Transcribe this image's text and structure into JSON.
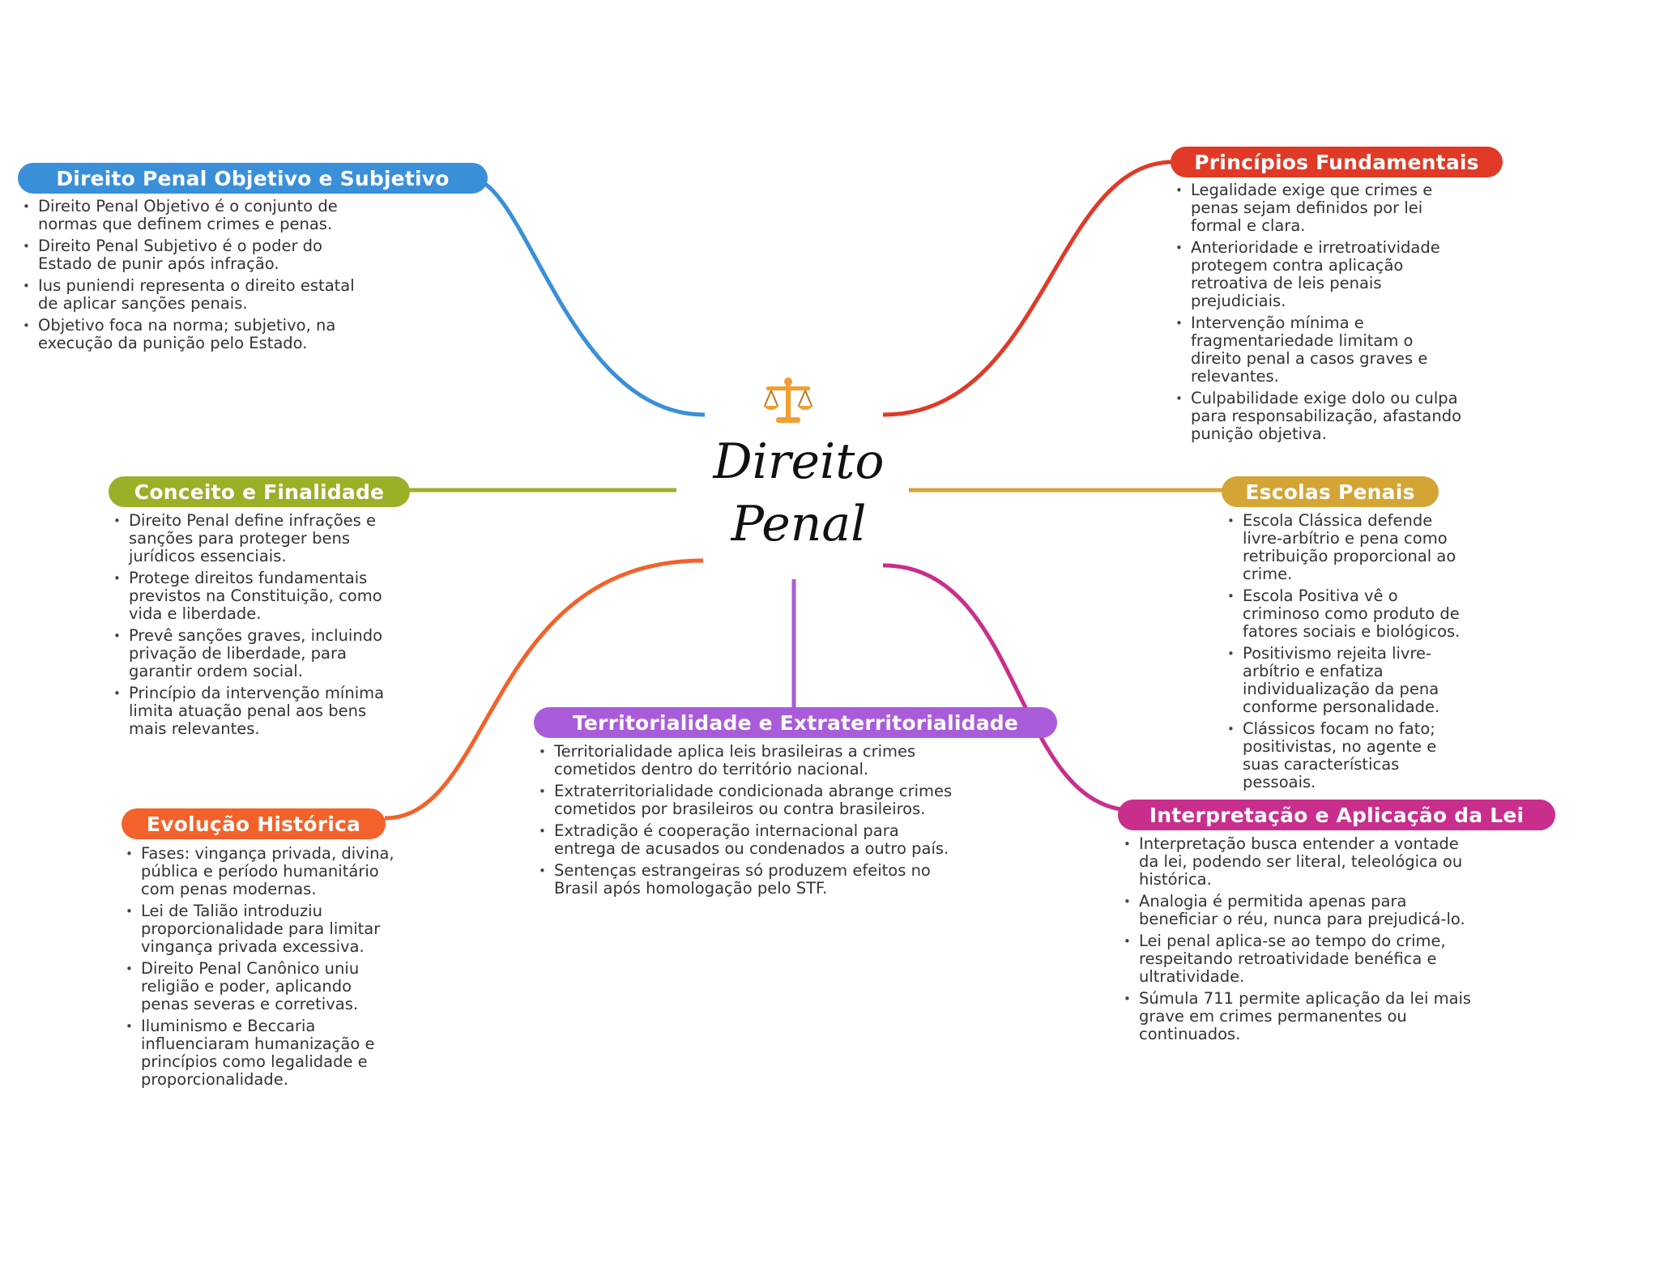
{
  "center": {
    "line1": "Direito",
    "line2": "Penal",
    "icon": "balance-scale-icon"
  },
  "branches": {
    "objetivo": {
      "title": "Direito Penal Objetivo e Subjetivo",
      "color": "#3A8FD9",
      "items": [
        "Direito Penal Objetivo é o conjunto de normas que definem crimes e penas.",
        "Direito Penal Subjetivo é o poder do Estado de punir após infração.",
        "Ius puniendi representa o direito estatal de aplicar sanções penais.",
        "Objetivo foca na norma; subjetivo, na execução da punição pelo Estado."
      ]
    },
    "conceito": {
      "title": "Conceito e Finalidade",
      "color": "#9DAE27",
      "items": [
        "Direito Penal define infrações e sanções para proteger bens jurídicos essenciais.",
        "Protege direitos fundamentais previstos na Constituição, como vida e liberdade.",
        "Prevê sanções graves, incluindo privação de liberdade, para garantir ordem social.",
        "Princípio da intervenção mínima limita atuação penal aos bens mais relevantes."
      ]
    },
    "evolucao": {
      "title": "Evolução Histórica",
      "color": "#F2622A",
      "items": [
        "Fases: vingança privada, divina, pública e período humanitário com penas modernas.",
        "Lei de Talião introduziu proporcionalidade para limitar vingança privada excessiva.",
        "Direito Penal Canônico uniu religião e poder, aplicando penas severas e corretivas.",
        "Iluminismo e Beccaria influenciaram humanização e princípios como legalidade e proporcionalidade."
      ]
    },
    "territorialidade": {
      "title": "Territorialidade e Extraterritorialidade",
      "color": "#A95CD9",
      "items": [
        "Territorialidade aplica leis brasileiras a crimes cometidos dentro do território nacional.",
        "Extraterritorialidade condicionada abrange crimes cometidos por brasileiros ou contra brasileiros.",
        "Extradição é cooperação internacional para entrega de acusados ou condenados a outro país.",
        "Sentenças estrangeiras só produzem efeitos no Brasil após homologação pelo STF."
      ]
    },
    "principios": {
      "title": "Princípios Fundamentais",
      "color": "#E03A27",
      "items": [
        "Legalidade exige que crimes e penas sejam definidos por lei formal e clara.",
        "Anterioridade e irretroatividade protegem contra aplicação retroativa de leis penais prejudiciais.",
        "Intervenção mínima e fragmentariedade limitam o direito penal a casos graves e relevantes.",
        "Culpabilidade exige dolo ou culpa para responsabilização, afastando punição objetiva."
      ]
    },
    "escolas": {
      "title": "Escolas Penais",
      "color": "#D4A534",
      "items": [
        "Escola Clássica defende livre-arbítrio e pena como retribuição proporcional ao crime.",
        "Escola Positiva vê o criminoso como produto de fatores sociais e biológicos.",
        "Positivismo rejeita livre-arbítrio e enfatiza individualização da pena conforme personalidade.",
        "Clássicos focam no fato; positivistas, no agente e suas características pessoais."
      ]
    },
    "interpretacao": {
      "title": "Interpretação e Aplicação da Lei",
      "color": "#C92E8C",
      "items": [
        "Interpretação busca entender a vontade da lei, podendo ser literal, teleológica ou histórica.",
        "Analogia é permitida apenas para beneficiar o réu, nunca para prejudicá-lo.",
        "Lei penal aplica-se ao tempo do crime, respeitando retroatividade benéfica e ultratividade.",
        "Súmula 711 permite aplicação da lei mais grave em crimes permanentes ou continuados."
      ]
    }
  }
}
